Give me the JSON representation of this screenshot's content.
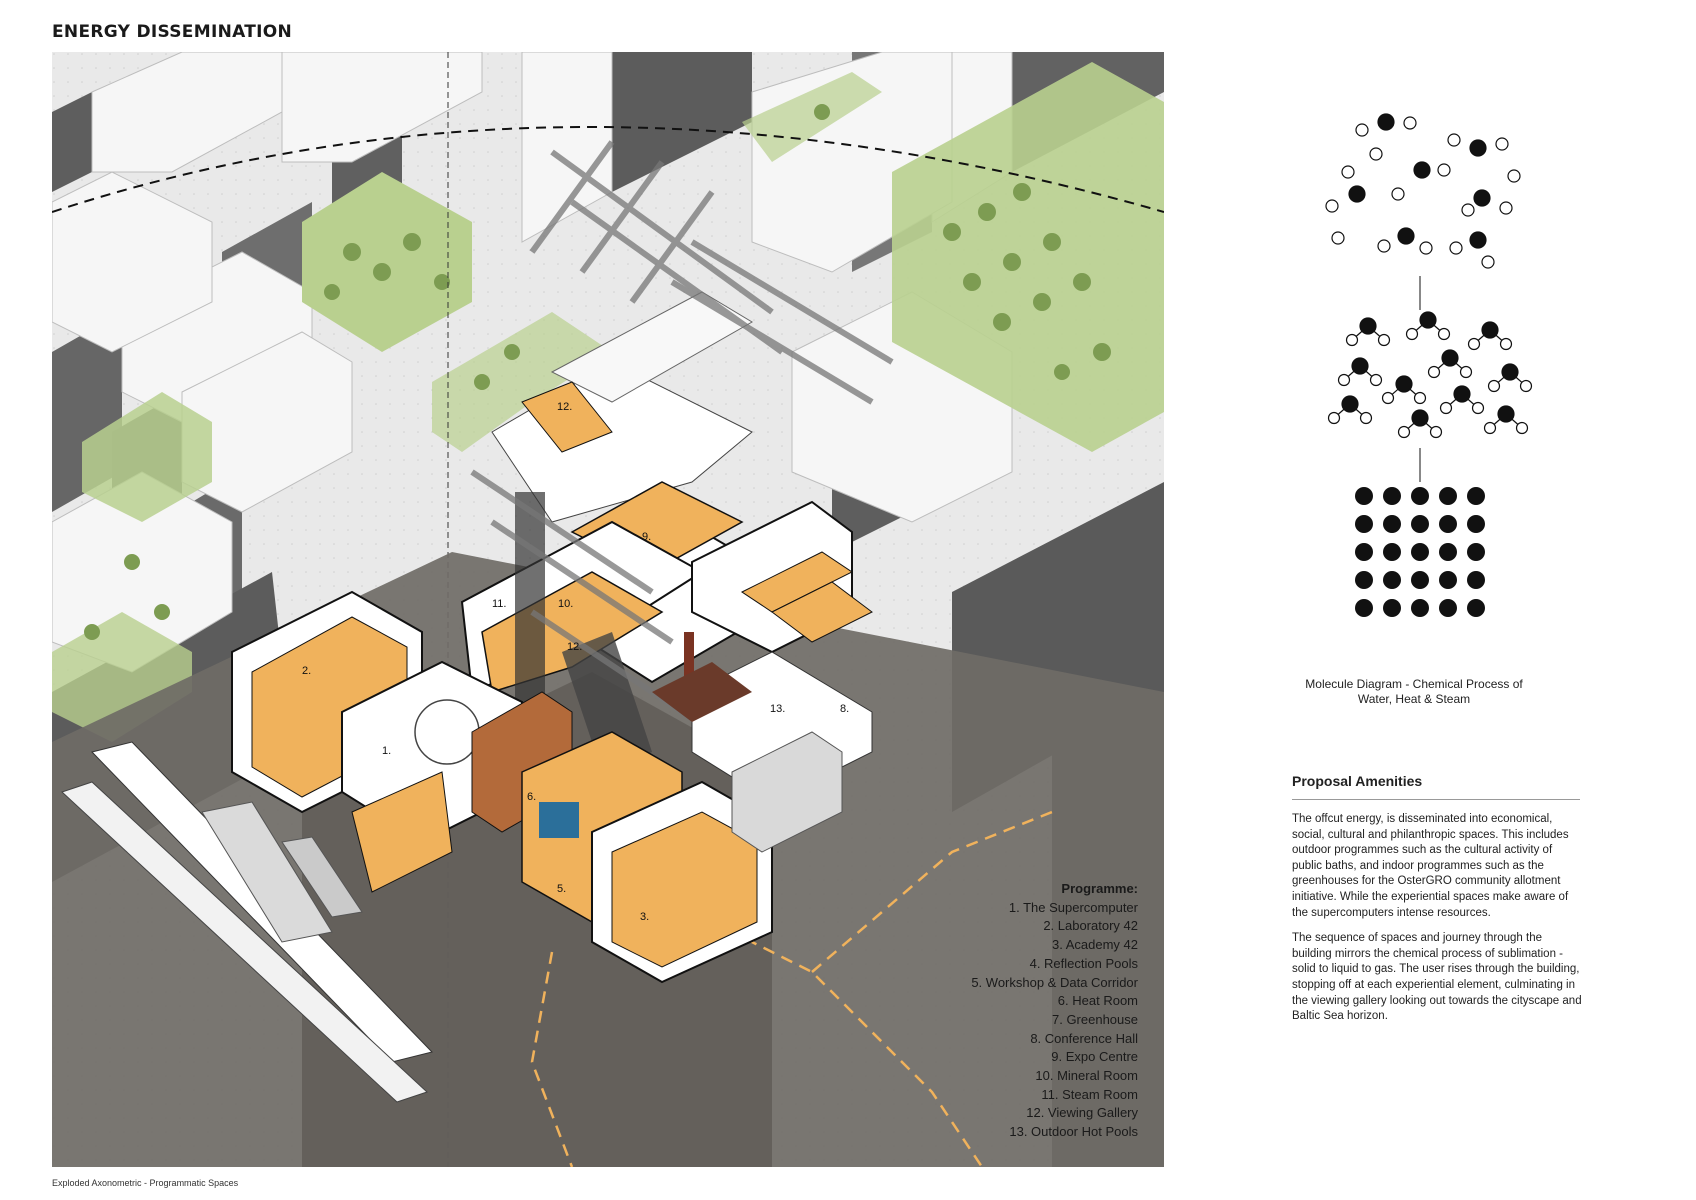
{
  "page": {
    "title": "ENERGY DISSEMINATION",
    "axo_caption": "Exploded Axonometric - Programmatic Spaces"
  },
  "programme": {
    "heading": "Programme:",
    "items": [
      "1. The Supercomputer",
      "2. Laboratory 42",
      "3. Academy 42",
      "4. Reflection Pools",
      "5. Workshop & Data Corridor",
      "6. Heat Room",
      "7. Greenhouse",
      "8. Conference Hall",
      "9. Expo Centre",
      "10. Mineral Room",
      "11. Steam Room",
      "12. Viewing Gallery",
      "13. Outdoor Hot Pools"
    ]
  },
  "plan_labels": [
    "1.",
    "2.",
    "3.",
    "5.",
    "6.",
    "8.",
    "9.",
    "10.",
    "11.",
    "12.",
    "12.",
    "13."
  ],
  "molecule": {
    "caption_line1": "Molecule Diagram - Chemical Process of",
    "caption_line2": "Water, Heat & Steam"
  },
  "amenities": {
    "heading": "Proposal Amenities",
    "paragraph1": "The offcut energy, is disseminated into economical, social, cultural and philanthropic spaces. This includes outdoor programmes such as the cultural activity of public baths, and indoor programmes such as the greenhouses for the OsterGRO community allotment initiative. While the experiential spaces make aware of the supercomputers intense resources.",
    "paragraph2": "The sequence of spaces and journey through the building mirrors the chemical process of sublimation - solid to liquid to gas. The user rises through the building, stopping off at each experiential element, culminating in the viewing gallery looking out towards the cityscape and Baltic Sea horizon."
  },
  "colors": {
    "orange": "#f0b25c",
    "green": "#b7cf8e",
    "dark_grey": "#5a5a5a",
    "ground": "#6f6b66",
    "black": "#111111"
  }
}
